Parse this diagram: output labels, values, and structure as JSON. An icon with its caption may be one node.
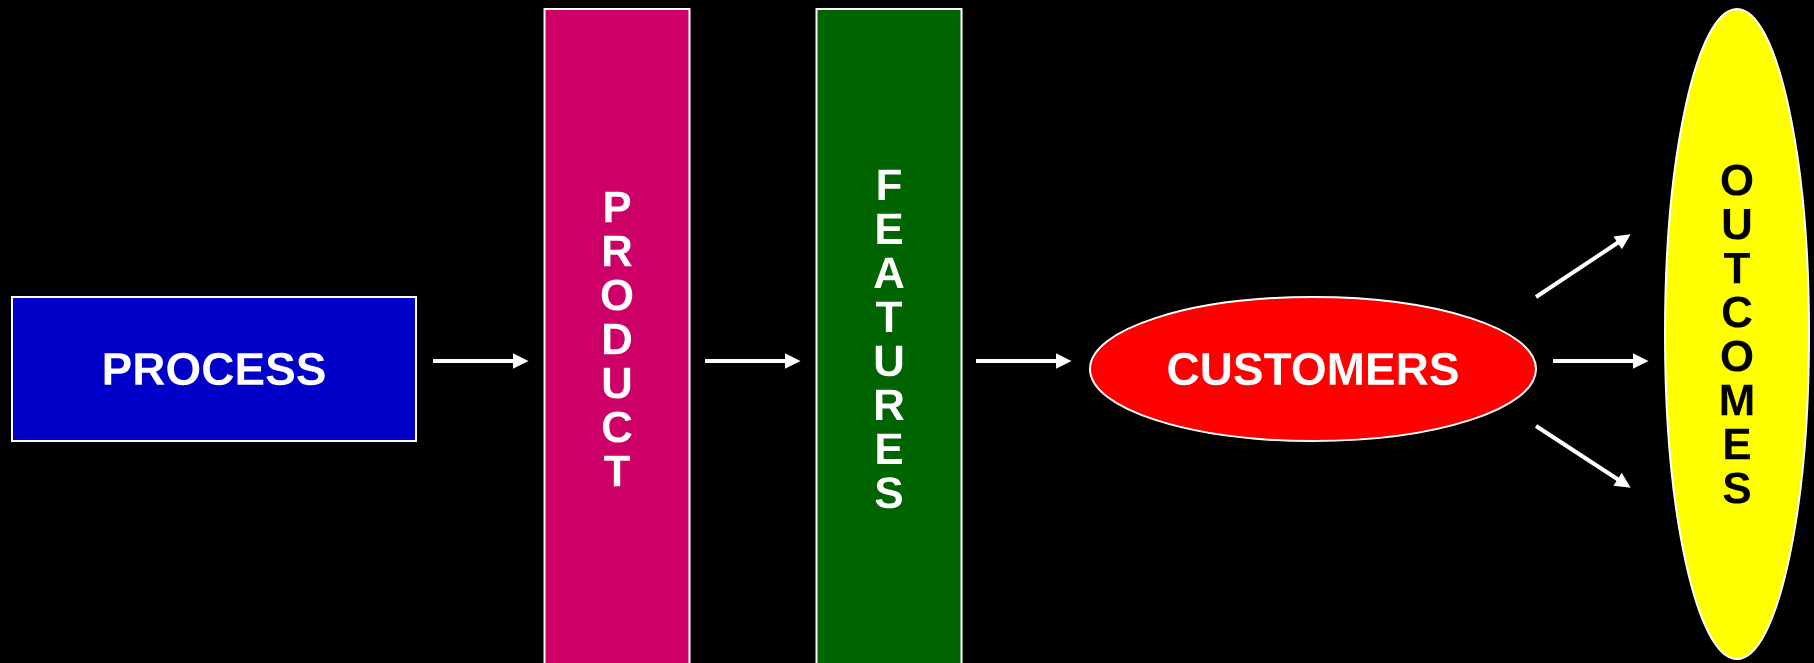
{
  "diagram": {
    "nodes": [
      {
        "text": [
          "PROCESS"
        ]
      },
      {
        "text": [
          "PRODUCT"
        ]
      },
      {
        "text": [
          "FEATURES"
        ]
      },
      {
        "text": [
          "CUSTOMERS"
        ]
      },
      {
        "text": [
          "OUTCOMES"
        ]
      }
    ],
    "edges": [
      {
        "from": 0,
        "to": 1,
        "arrow": "to"
      },
      {
        "from": 1,
        "to": 2,
        "arrow": "to"
      },
      {
        "from": 2,
        "to": 3,
        "arrow": "to"
      },
      {
        "from": 3,
        "to": 4,
        "arrow": "to"
      },
      {
        "from": 3,
        "to": 4,
        "arrow": "to"
      },
      {
        "from": 3,
        "to": 4,
        "arrow": "to"
      }
    ]
  }
}
